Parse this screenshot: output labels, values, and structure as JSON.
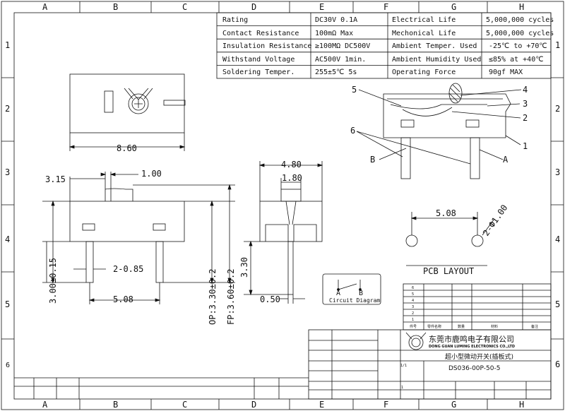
{
  "grid": {
    "columns": [
      "A",
      "B",
      "C",
      "D",
      "E",
      "F",
      "G",
      "H"
    ],
    "rows": [
      "1",
      "2",
      "3",
      "4",
      "5",
      "6"
    ]
  },
  "spec_table": [
    [
      "Rating",
      "DC30V 0.1A",
      "Electrical Life",
      "5,000,000 cycles"
    ],
    [
      "Contact Resistance",
      "100mΩ  Max",
      "Mechonical Life",
      "5,000,000 cycles"
    ],
    [
      "Insulation Resistance",
      "≥100MΩ  DC500V",
      "Ambient Temper. Used",
      "-25℃ to +70℃"
    ],
    [
      "Withstand Voltage",
      "AC500V  1min.",
      "Ambient Humidity Used",
      "≤85% at +40℃"
    ],
    [
      "Soldering Temper.",
      "255±5℃ 5s",
      "Operating Force",
      "90gf  MAX"
    ]
  ],
  "dims": {
    "width_860": "8.60",
    "d_315": "3.15",
    "d_100": "1.00",
    "d_300": "3.00±0.15",
    "d_2_085": "2-0.85",
    "d_508": "5.08",
    "op": "OP:3.30±0.2",
    "fp": "FP:3.60±0.2",
    "d_480": "4.80",
    "d_180": "1.80",
    "d_330": "3.30",
    "d_050": "0.50",
    "pcb_508": "5.08",
    "pcb_hole": "2-Ф1.00"
  },
  "callouts": {
    "c1": "1",
    "c2": "2",
    "c3": "3",
    "c4": "4",
    "c5": "5",
    "c6": "6",
    "cA": "A",
    "cB": "B"
  },
  "pcb_layout_label": "PCB LAYOUT",
  "circuit": {
    "title": "Circuit Diagram",
    "a": "A",
    "b": "B"
  },
  "parts_rows": [
    "1",
    "2",
    "3",
    "4",
    "5",
    "6"
  ],
  "parts_header": [
    "件号",
    "零件名称",
    "数量",
    "材料",
    "备注"
  ],
  "company": {
    "name_cn": "东莞市鹿鸣电子有限公司",
    "name_en": "DONG GUAN LUMING ELECTRONICS CO.,LTD",
    "product_cn": "超小型微动开关(插板式)",
    "drawing_no": "DS036-00P-50-5"
  },
  "title_block": {
    "scale_value": "1/1",
    "sheet_num": "1"
  },
  "colors": {
    "line": "#111111",
    "paper": "#ffffff"
  }
}
